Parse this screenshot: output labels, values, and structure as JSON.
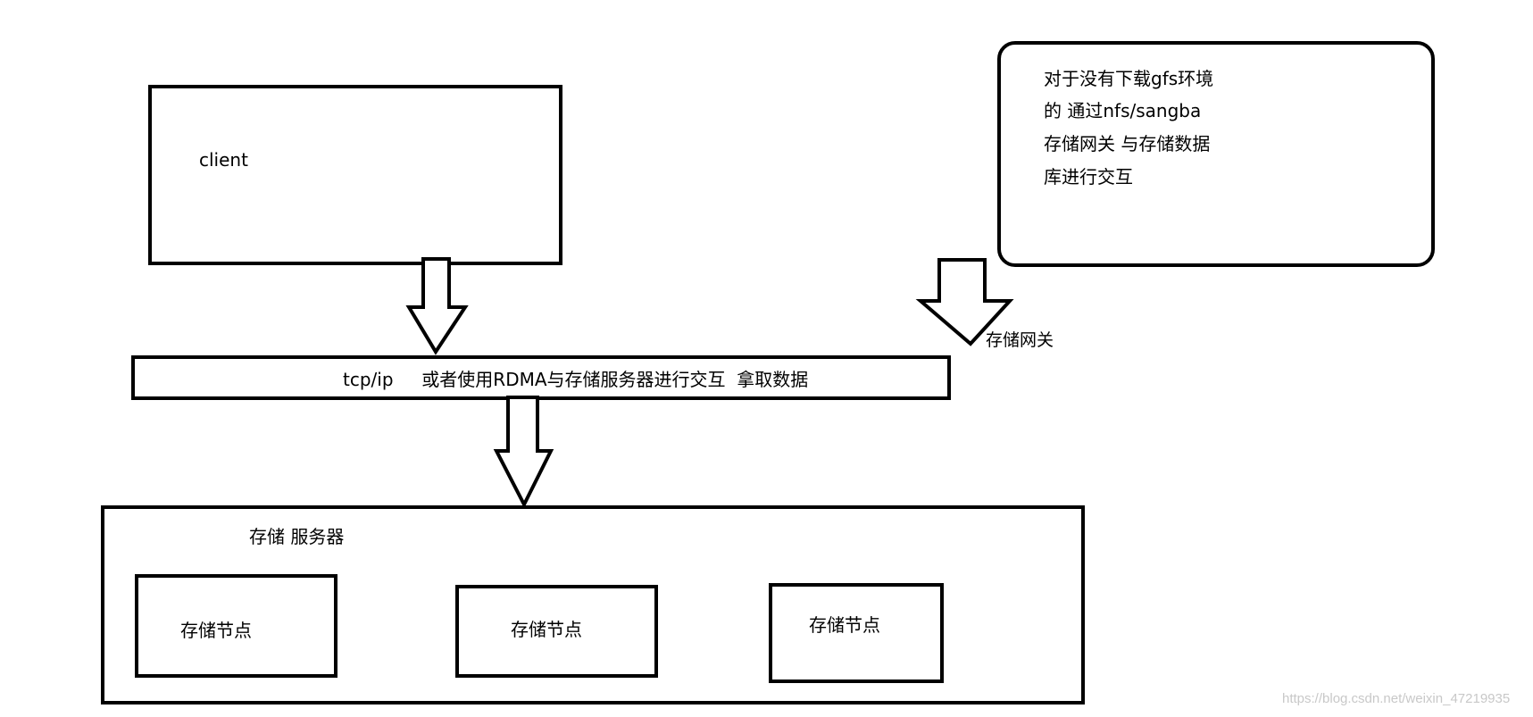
{
  "client": {
    "label": "client"
  },
  "note": {
    "lines": [
      "对于没有下载gfs环境",
      "的  通过nfs/sangba",
      "存储网关 与存储数据",
      "库进行交互"
    ]
  },
  "gateway_label": "存储网关",
  "bus": {
    "label": "tcp/ip     或者使用RDMA与存储服务器进行交互  拿取数据"
  },
  "server": {
    "title": "存储 服务器",
    "nodes": [
      "存储节点",
      "存储节点",
      "存储节点"
    ]
  },
  "watermark": "https://blog.csdn.net/weixin_47219935",
  "colors": {
    "stroke": "#000000",
    "background": "#ffffff",
    "watermark": "#c8c8c8"
  }
}
